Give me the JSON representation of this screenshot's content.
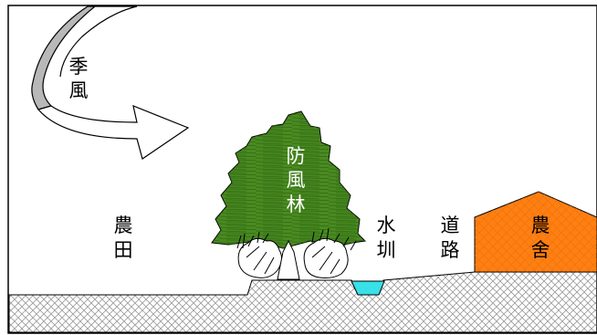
{
  "labels": {
    "monsoon": [
      "季",
      "風"
    ],
    "windbreak_forest": [
      "防",
      "風",
      "林"
    ],
    "farmland": [
      "農",
      "田"
    ],
    "ditch": [
      "水",
      "圳"
    ],
    "road": [
      "道",
      "路"
    ],
    "farmhouse": [
      "農",
      "舍"
    ]
  },
  "colors": {
    "forest_green": "#4a8a22",
    "house_orange": "#ff7f12",
    "ditch_cyan": "#38e0e8",
    "arrow_gray": "#b8b8b8",
    "ground_hatch": "#9a9a9a",
    "outline": "#000000"
  }
}
